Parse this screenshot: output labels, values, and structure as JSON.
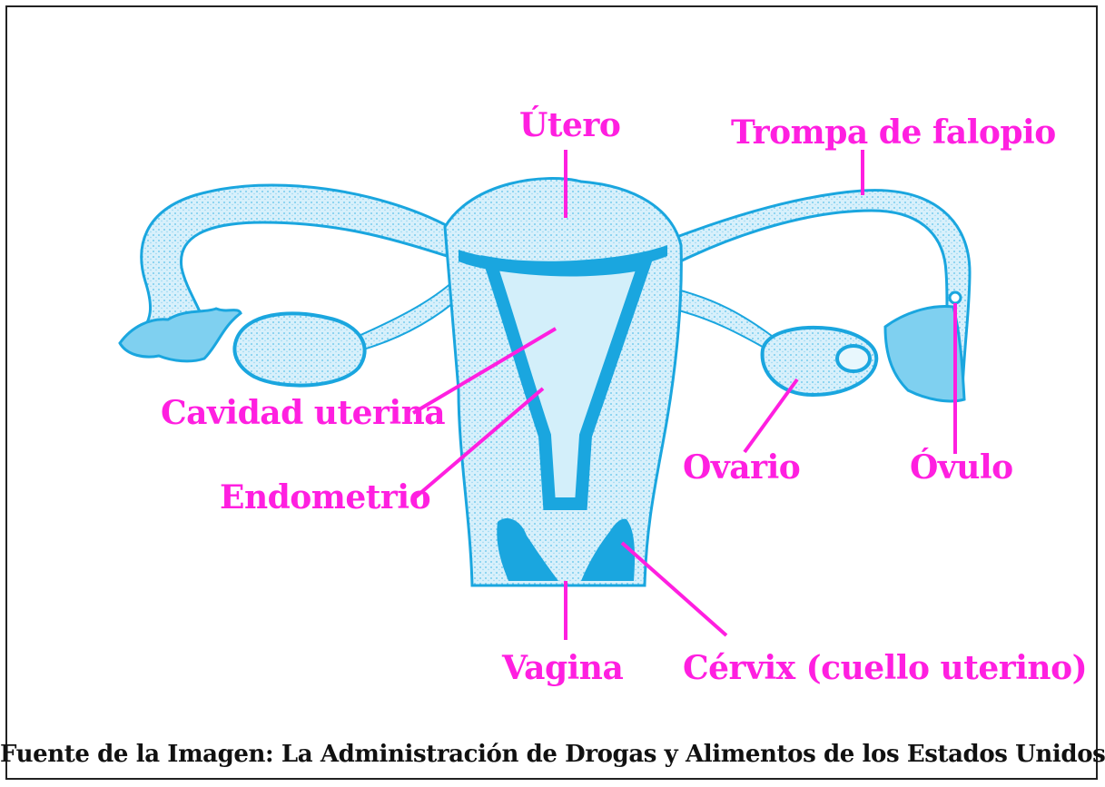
{
  "colors": {
    "organ_fill": "#bfe6f7",
    "organ_dark": "#1aa6df",
    "label": "#ff1fe0",
    "border": "#222222"
  },
  "labels": {
    "utero": "Útero",
    "trompa": "Trompa de falopio",
    "cavidad": "Cavidad uterina",
    "endometrio": "Endometrio",
    "ovario": "Ovario",
    "ovulo": "Óvulo",
    "vagina": "Vagina",
    "cervix": "Cérvix (cuello uterino)"
  },
  "caption": "Fuente de la Imagen: La Administración de Drogas y Alimentos de los Estados Unidos"
}
